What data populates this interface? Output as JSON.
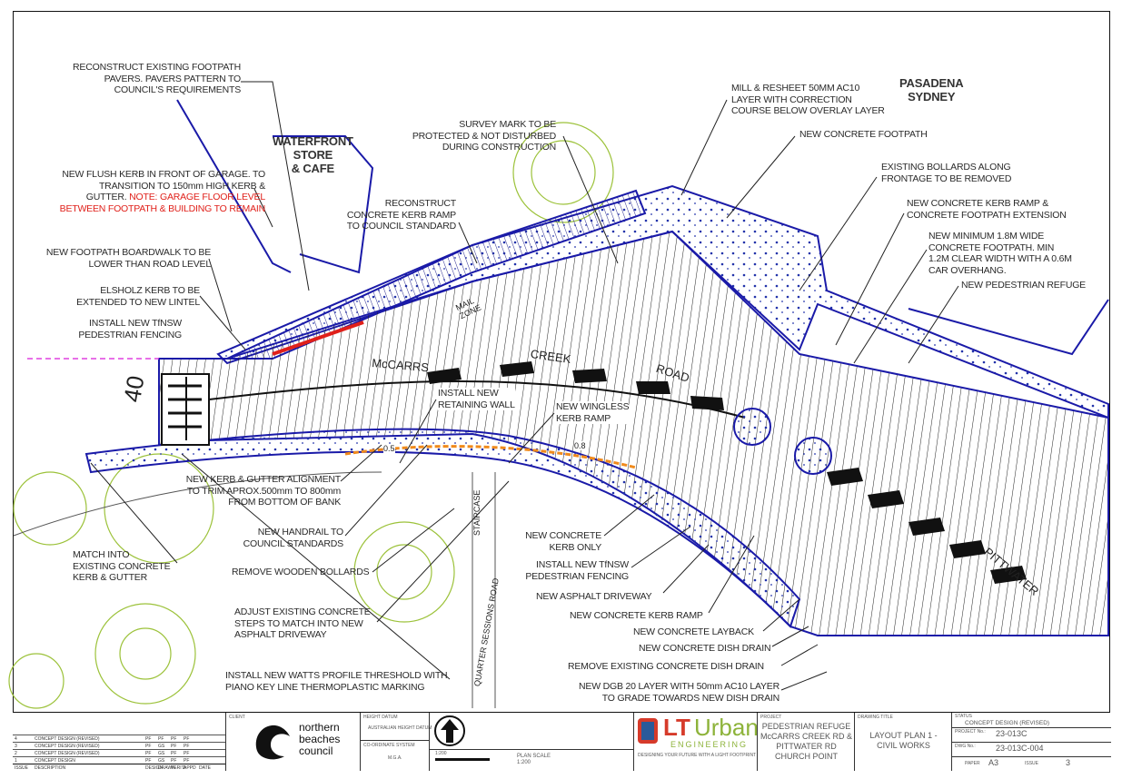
{
  "places": {
    "pasadena": "PASADENA\nSYDNEY",
    "store": "WATERFRONT\nSTORE\n& CAFE"
  },
  "roads": {
    "mccarrs_1": "McCARRS",
    "mccarrs_2": "CREEK",
    "mccarrs_3": "ROAD",
    "pittwater": "PITTWATER",
    "staircase": "STAIRCASE",
    "quarter_sessions": "QUARTER SESSIONS ROAD",
    "mail_zone": "MAIL\nZONE",
    "speed_sign": "40",
    "level_a": "0.5",
    "level_b": "0.8"
  },
  "notes": {
    "reconstruct_pavers": "RECONSTRUCT EXISTING FOOTPATH\nPAVERS. PAVERS PATTERN TO\nCOUNCIL'S REQUIREMENTS",
    "flush_kerb": "NEW FLUSH KERB IN FRONT OF GARAGE. TO\nTRANSITION TO 150mm HIGH KERB &\nGUTTER. ",
    "flush_kerb_note": "NOTE: GARAGE FLOOR LEVEL\nBETWEEN FOOTPATH & BUILDING TO REMAIN",
    "boardwalk": "NEW FOOTPATH BOARDWALK TO BE\nLOWER THAN ROAD LEVEL",
    "elsholz": "ELSHOLZ KERB TO BE\nEXTENDED TO NEW LINTEL",
    "fencing_left": "INSTALL NEW TfNSW\nPEDESTRIAN FENCING",
    "survey_mark": "SURVEY MARK TO BE\nPROTECTED & NOT DISTURBED\nDURING CONSTRUCTION",
    "reconstruct_ramp": "RECONSTRUCT\nCONCRETE KERB RAMP\nTO COUNCIL STANDARD",
    "mill_resheet": "MILL & RESHEET 50MM AC10\nLAYER WITH CORRECTION\nCOURSE BELOW OVERLAY LAYER",
    "new_footpath": "NEW CONCRETE FOOTPATH",
    "bollards_removed": "EXISTING BOLLARDS ALONG\nFRONTAGE TO BE REMOVED",
    "kerb_ramp_ext": "NEW CONCRETE KERB RAMP &\nCONCRETE FOOTPATH EXTENSION",
    "min_footpath": "NEW MINIMUM 1.8M WIDE\nCONCRETE FOOTPATH. MIN\n1.2M CLEAR WIDTH WITH A 0.6M\nCAR OVERHANG.",
    "refuge": "NEW PEDESTRIAN REFUGE",
    "retaining_wall": "INSTALL NEW\nRETAINING WALL",
    "wingless": "NEW WINGLESS\nKERB RAMP",
    "kerb_alignment": "NEW KERB & GUTTER ALIGNMENT\nTO TRIM APROX.500mm TO 800mm\nFROM BOTTOM OF BANK",
    "handrail": "NEW HANDRAIL TO\nCOUNCIL STANDARDS",
    "match_kerb": "MATCH INTO\nEXISTING CONCRETE\nKERB & GUTTER",
    "wooden_bollards": "REMOVE WOODEN BOLLARDS",
    "adjust_steps": "ADJUST EXISTING CONCRETE\nSTEPS TO MATCH INTO NEW\nASPHALT DRIVEWAY",
    "watts_profile": "INSTALL NEW WATTS PROFILE THRESHOLD WITH\nPIANO KEY LINE THERMOPLASTIC MARKING",
    "kerb_only": "NEW CONCRETE\nKERB ONLY",
    "fencing_right": "INSTALL NEW TfNSW\nPEDESTRIAN FENCING",
    "asphalt_driveway": "NEW ASPHALT DRIVEWAY",
    "kerb_ramp": "NEW CONCRETE KERB RAMP",
    "layback": "NEW CONCRETE LAYBACK",
    "dish_drain": "NEW CONCRETE DISH DRAIN",
    "remove_dish_drain": "REMOVE EXISTING CONCRETE DISH DRAIN",
    "dgb_layer": "NEW DGB 20 LAYER WITH 50mm AC10 LAYER\nTO GRADE TOWARDS NEW DISH DRAIN"
  },
  "title_block": {
    "revisions": [
      {
        "issue": "4",
        "description": "CONCEPT DESIGN (REVISED)",
        "design": "PF",
        "drawn": "PF",
        "verified": "PF",
        "approved": "PF"
      },
      {
        "issue": "3",
        "description": "CONCEPT DESIGN (REVISED)",
        "design": "PF",
        "drawn": "GS",
        "verified": "PF",
        "approved": "PF"
      },
      {
        "issue": "2",
        "description": "CONCEPT DESIGN (REVISED)",
        "design": "PF",
        "drawn": "GS",
        "verified": "PF",
        "approved": "PF"
      },
      {
        "issue": "1",
        "description": "CONCEPT DESIGN",
        "design": "PF",
        "drawn": "GS",
        "verified": "PF",
        "approved": "PF"
      }
    ],
    "rev_headers": {
      "issue": "ISSUE",
      "description": "DESCRIPTION",
      "design": "DESIGN",
      "drawn": "DRAWN",
      "verified": "VERI'D",
      "approved": "APPD",
      "date": "DATE"
    },
    "client_label": "CLIENT",
    "client_name": "northern\nbeaches\ncouncil",
    "height_datum_label": "HEIGHT DATUM",
    "height_datum": "AUSTRALIAN HEIGHT DATUM",
    "coord_label": "CO-ORDINATE SYSTEM",
    "coord": "M.G.A.",
    "scale_label": "PLAN SCALE",
    "scale": "1:200",
    "scale_bar": "1:200",
    "firm_1": "LT",
    "firm_2": "Urban",
    "firm_3": "ENGINEERING",
    "firm_tagline": "DESIGNING YOUR FUTURE WITH A LIGHT FOOTPRINT",
    "project_label": "PROJECT",
    "project": "PEDESTRIAN REFUGE\nMcCARRS CREEK RD &\nPITTWATER RD\nCHURCH POINT",
    "drawing_title_label": "DRAWING TITLE",
    "drawing_title": "LAYOUT PLAN 1 -\nCIVIL WORKS",
    "status_label": "STATUS",
    "status": "CONCEPT DESIGN (REVISED)",
    "project_no_label": "PROJECT No.:",
    "project_no": "23-013C",
    "dwg_no_label": "DWG No.:",
    "dwg_no": "23-013C-004",
    "paper_label": "PAPER",
    "paper": "A3",
    "issue_label": "ISSUE",
    "issue": "3"
  },
  "colors": {
    "line": "#1a1aa8",
    "hatch": "#222222",
    "tree": "#9cc23a",
    "red": "#e0201a",
    "orange": "#f08a1c",
    "firm_green": "#8db33a",
    "firm_red": "#d63a2a"
  }
}
